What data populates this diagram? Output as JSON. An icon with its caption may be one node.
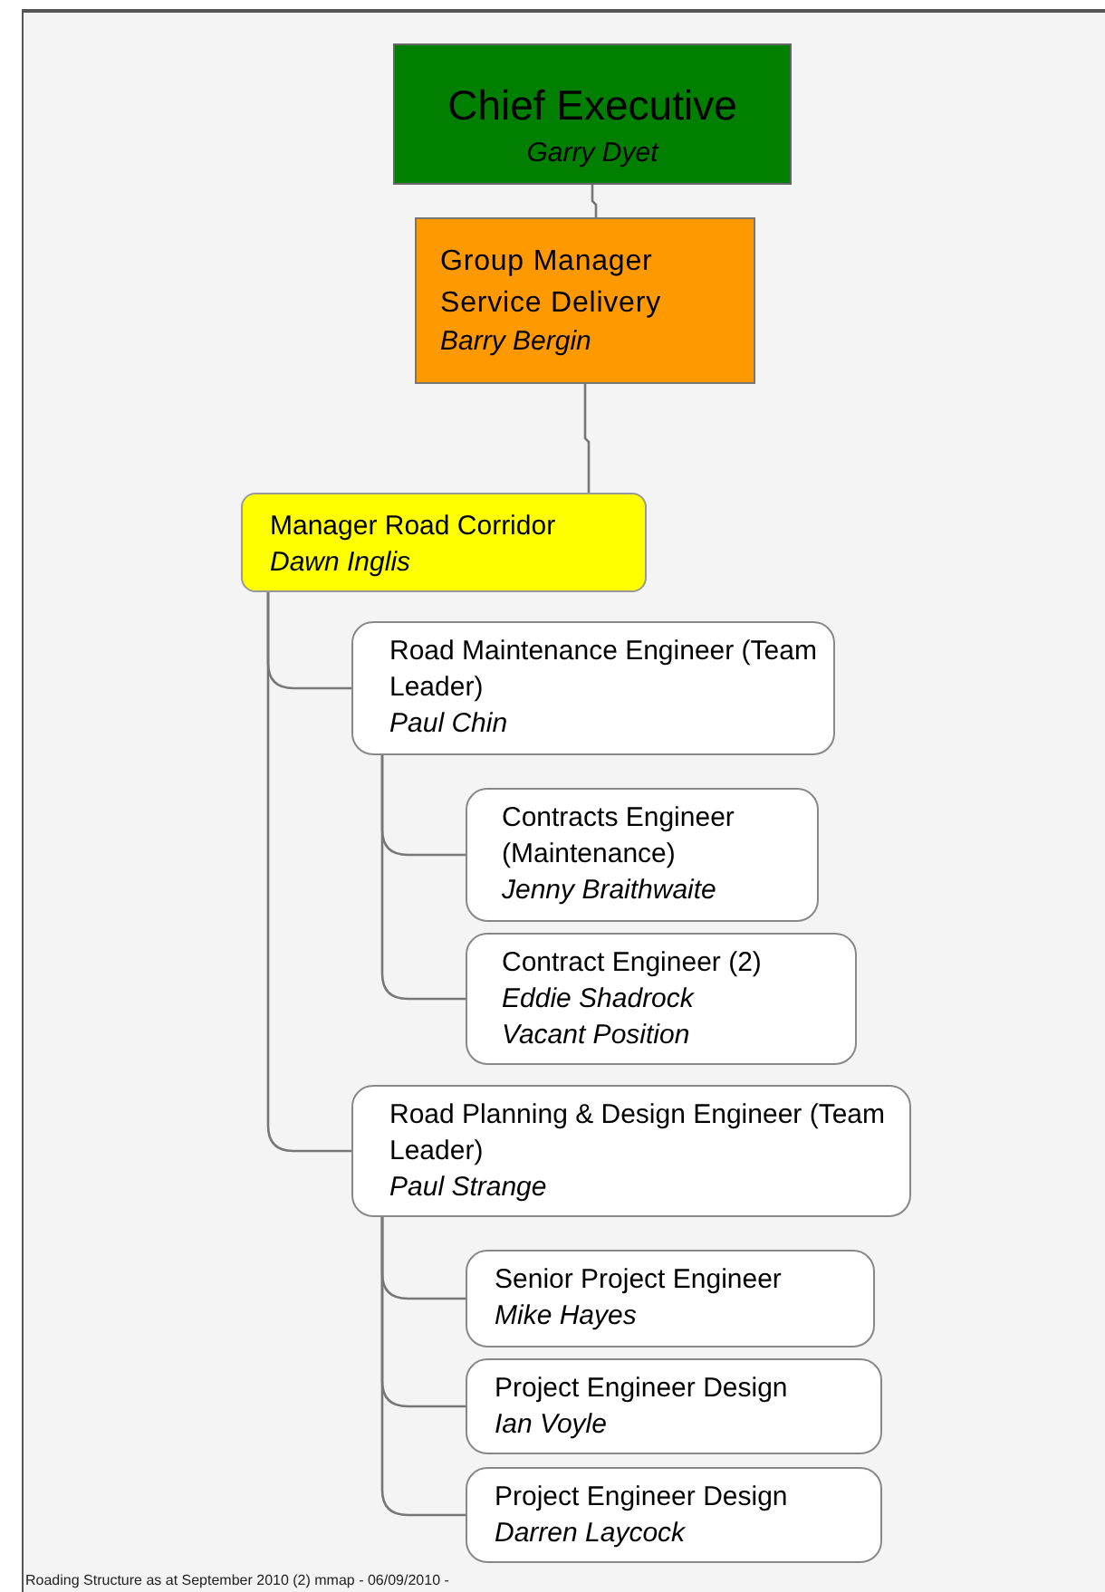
{
  "diagram": {
    "nodes": [
      {
        "text": [
          "Chief Executive",
          "Garry Dyet"
        ]
      },
      {
        "text": [
          "Group Manager Service Delivery",
          "Barry Bergin"
        ]
      },
      {
        "text": [
          "Manager Road Corridor",
          "Dawn Inglis"
        ]
      },
      {
        "text": [
          "Road Maintenance Engineer (Team Leader)",
          "Paul Chin"
        ]
      },
      {
        "text": [
          "Contracts Engineer (Maintenance)",
          "Jenny Braithwaite"
        ]
      },
      {
        "text": [
          "Contract Engineer (2)",
          "Eddie Shadrock",
          "Vacant Position"
        ]
      },
      {
        "text": [
          "Road Planning & Design Engineer (Team Leader)",
          "Paul Strange"
        ]
      },
      {
        "text": [
          "Senior Project Engineer",
          "Mike Hayes"
        ]
      },
      {
        "text": [
          "Project Engineer Design",
          "Ian Voyle"
        ]
      },
      {
        "text": [
          "Project Engineer Design",
          "Darren Laycock"
        ]
      }
    ],
    "edges": [
      {
        "from": 0,
        "to": 1,
        "arrow": "none"
      },
      {
        "from": 1,
        "to": 2,
        "arrow": "none"
      },
      {
        "from": 2,
        "to": 3,
        "arrow": "none"
      },
      {
        "from": 3,
        "to": 4,
        "arrow": "none"
      },
      {
        "from": 3,
        "to": 5,
        "arrow": "none"
      },
      {
        "from": 2,
        "to": 6,
        "arrow": "none"
      },
      {
        "from": 6,
        "to": 7,
        "arrow": "none"
      },
      {
        "from": 6,
        "to": 8,
        "arrow": "none"
      },
      {
        "from": 6,
        "to": 9,
        "arrow": "none"
      }
    ],
    "labels": [
      "Roading Structure as at September 2010 (2) mmap - 06/09/2010 -"
    ]
  }
}
